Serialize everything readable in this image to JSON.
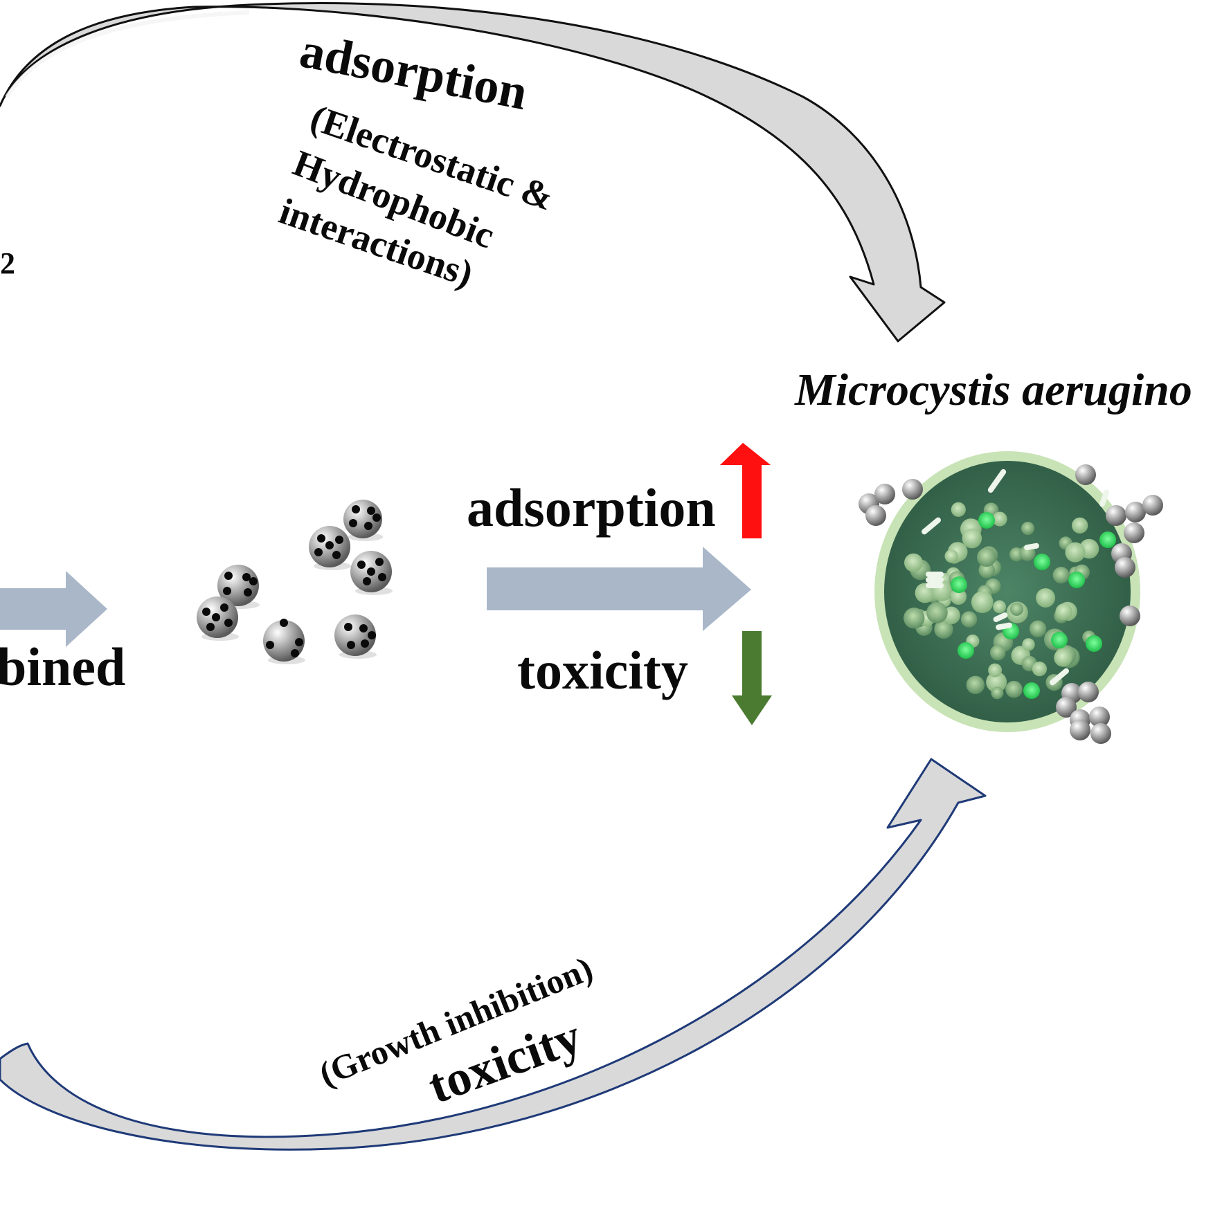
{
  "top_arrow": {
    "title": "adsorption",
    "line1": "(Electrostatic &",
    "line2": "Hydrophobic",
    "line3": "interactions)"
  },
  "left_fragment_sub": "2",
  "organism_label": "Microcystis aerugino",
  "left_fragment_label": "bined",
  "middle": {
    "adsorption_label": "adsorption",
    "toxicity_label": "toxicity",
    "adsorption_trend": "increase",
    "toxicity_trend": "decrease"
  },
  "bottom_arrow": {
    "title": "toxicity",
    "subtitle": "(Growth inhibition)"
  },
  "colors": {
    "up_arrow": "#ff1010",
    "down_arrow": "#4a7b30",
    "flow_arrow": "#a9b7c9",
    "cell_membrane": "#c8e3b6",
    "cell_body": "#3b6a52",
    "curved_arrow_fill": "#d9d9d9",
    "bottom_arrow_outline": "#1f3a78"
  }
}
